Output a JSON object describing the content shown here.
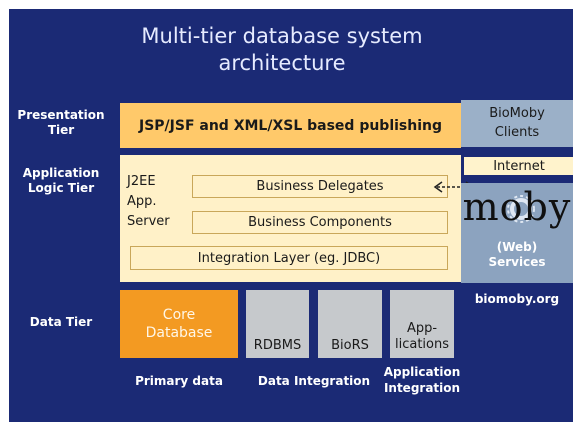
{
  "title_line1": "Multi-tier database system",
  "title_line2": "architecture",
  "tiers": {
    "presentation_line1": "Presentation",
    "presentation_line2": "Tier",
    "application_line1": "Application",
    "application_line2": "Logic Tier",
    "data": "Data Tier"
  },
  "presentation_box": "JSP/JSF and XML/XSL based publishing",
  "app_server": {
    "line1": "J2EE",
    "line2": "App.",
    "line3": "Server"
  },
  "business_delegates": "Business Delegates",
  "business_components": "Business Components",
  "integration_layer": "Integration Layer (eg. JDBC)",
  "data_boxes": {
    "core_line1": "Core",
    "core_line2": "Database",
    "rdbms": "RDBMS",
    "biors": "BioRS",
    "apps_line1": "App-",
    "apps_line2": "lications"
  },
  "bottom_labels": {
    "primary": "Primary data",
    "integration": "Data Integration",
    "app_integration_line1": "Application",
    "app_integration_line2": "Integration"
  },
  "biomoby": {
    "clients_line1": "BioMoby",
    "clients_line2": "Clients",
    "internet": "Internet",
    "logo": "moby",
    "services_line1": "(Web)",
    "services_line2": "Services",
    "site": "biomoby.org"
  },
  "colors": {
    "background": "#1b2a75",
    "presentation": "#ffc96a",
    "app_area": "#fff1c8",
    "core_database": "#f39a22",
    "gray_boxes": "#c6c9cc",
    "biomoby_clients": "#9bb0c8",
    "services": "#8ca3bf"
  }
}
